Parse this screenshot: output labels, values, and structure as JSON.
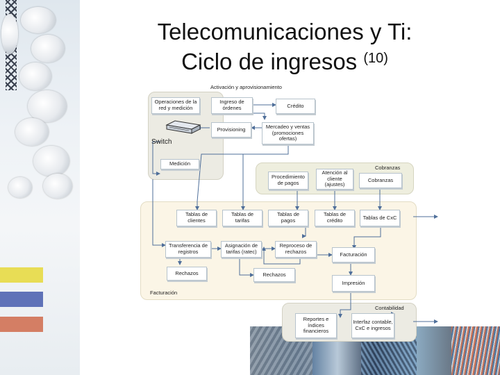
{
  "slide": {
    "title_line1": "Telecomunicaciones y Ti:",
    "title_line2": "Ciclo de ingresos",
    "title_sup": "(10)"
  },
  "diagram": {
    "regions": {
      "activation": "Activación y aprovisionamiento",
      "billing": "Facturación",
      "collections": "Cobranzas",
      "accounting": "Contabilidad"
    },
    "boxes": {
      "network_ops": "Operaciones de la red y medición",
      "switch": "Switch",
      "order_entry": "Ingreso de órdenes",
      "credit": "Crédito",
      "provisioning": "Provisioning",
      "marketing": "Mercadeo y ventas (promociones ofertas)",
      "metering": "Medición",
      "payment_processing": "Procedimiento de pagos",
      "customer_service": "Atención al cliente (ajustes)",
      "collections_box": "Cobranzas",
      "customer_tables": "Tablas de clientes",
      "rate_tables": "Tablas de tarifas",
      "payment_tables": "Tablas de pagos",
      "credit_tables": "Tablas de crédito",
      "ar_tables": "Tablas de CxC",
      "record_transfer": "Transferencia de registros",
      "rating": "Asignación de tarifas (ratec)",
      "reject_reprocess": "Reproceso de rechazos",
      "billing_box": "Facturación",
      "rejects_1": "Rechazos",
      "rejects_2": "Rechazos",
      "printing": "Impresión",
      "reports": "Reportes e índices financieros",
      "accounting_interface": "Interfaz contable, CxC e ingresos"
    }
  }
}
